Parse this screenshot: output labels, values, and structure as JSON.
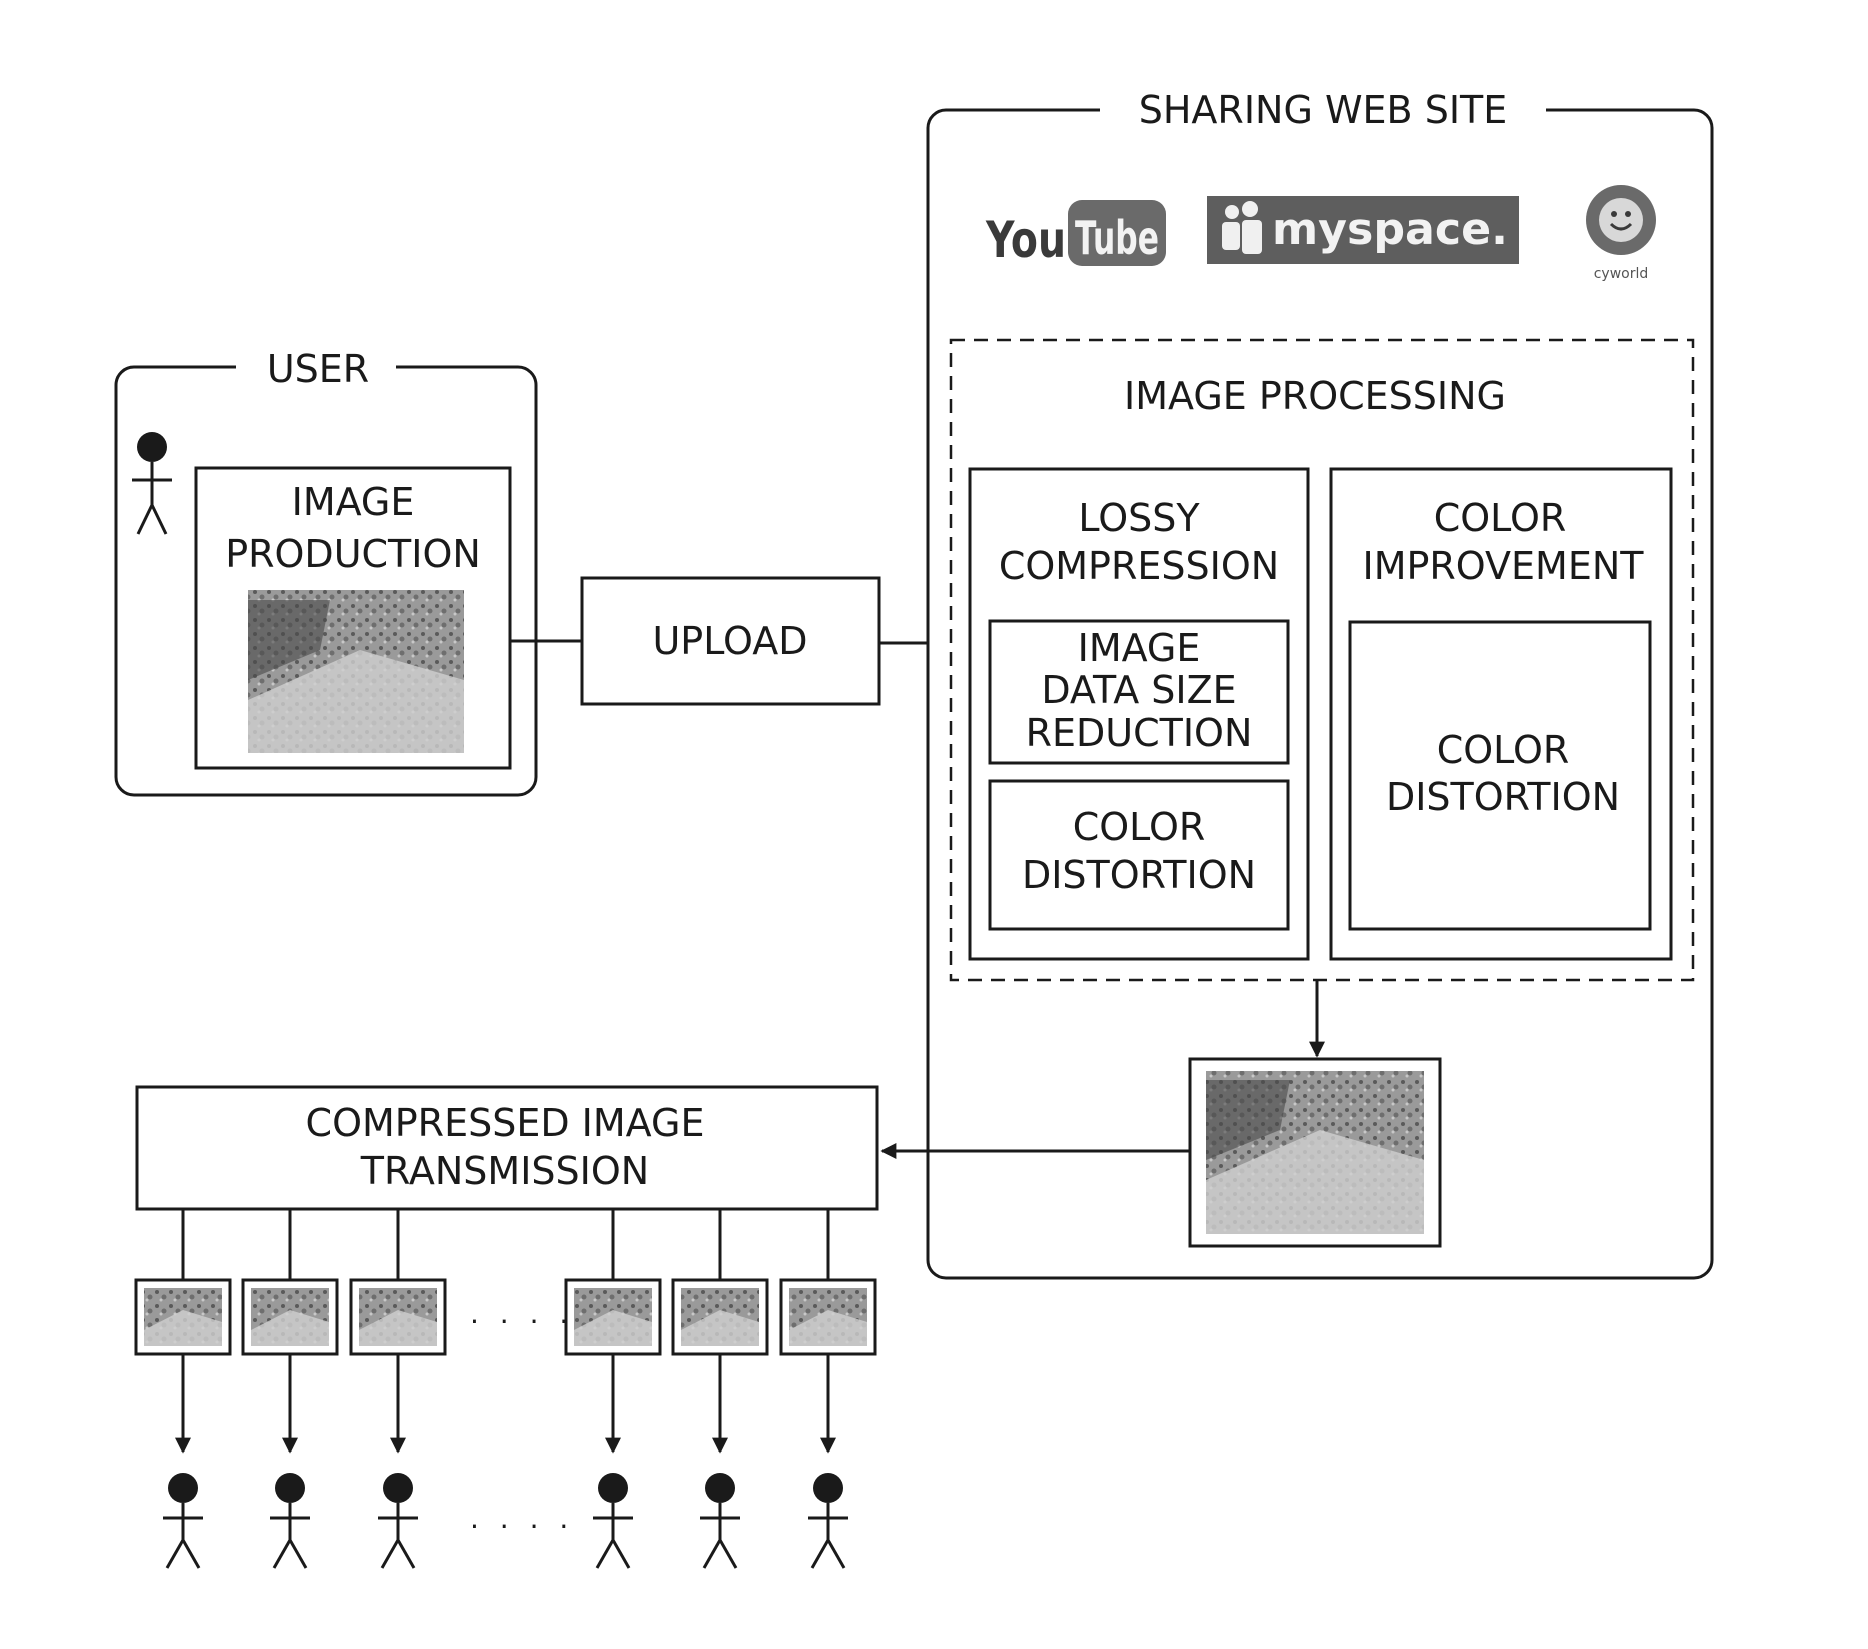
{
  "user": {
    "title": "USER",
    "image_production": [
      "IMAGE",
      "PRODUCTION"
    ]
  },
  "upload": {
    "label": "UPLOAD"
  },
  "sharing_site": {
    "title": "SHARING WEB SITE",
    "logos": {
      "youtube": [
        "You",
        "Tube"
      ],
      "myspace": "myspace.",
      "cyworld": "cyworld"
    },
    "image_processing": {
      "title": "IMAGE PROCESSING",
      "lossy": {
        "title": [
          "LOSSY",
          "COMPRESSION"
        ],
        "size_reduction": [
          "IMAGE",
          "DATA SIZE",
          "REDUCTION"
        ],
        "color_distortion": [
          "COLOR",
          "DISTORTION"
        ]
      },
      "color_improvement": {
        "title": [
          "COLOR",
          "IMPROVEMENT"
        ],
        "color_distortion": [
          "COLOR",
          "DISTORTION"
        ]
      }
    }
  },
  "transmission": {
    "label": [
      "COMPRESSED IMAGE",
      "TRANSMISSION"
    ]
  },
  "ellipsis": ". . . ."
}
